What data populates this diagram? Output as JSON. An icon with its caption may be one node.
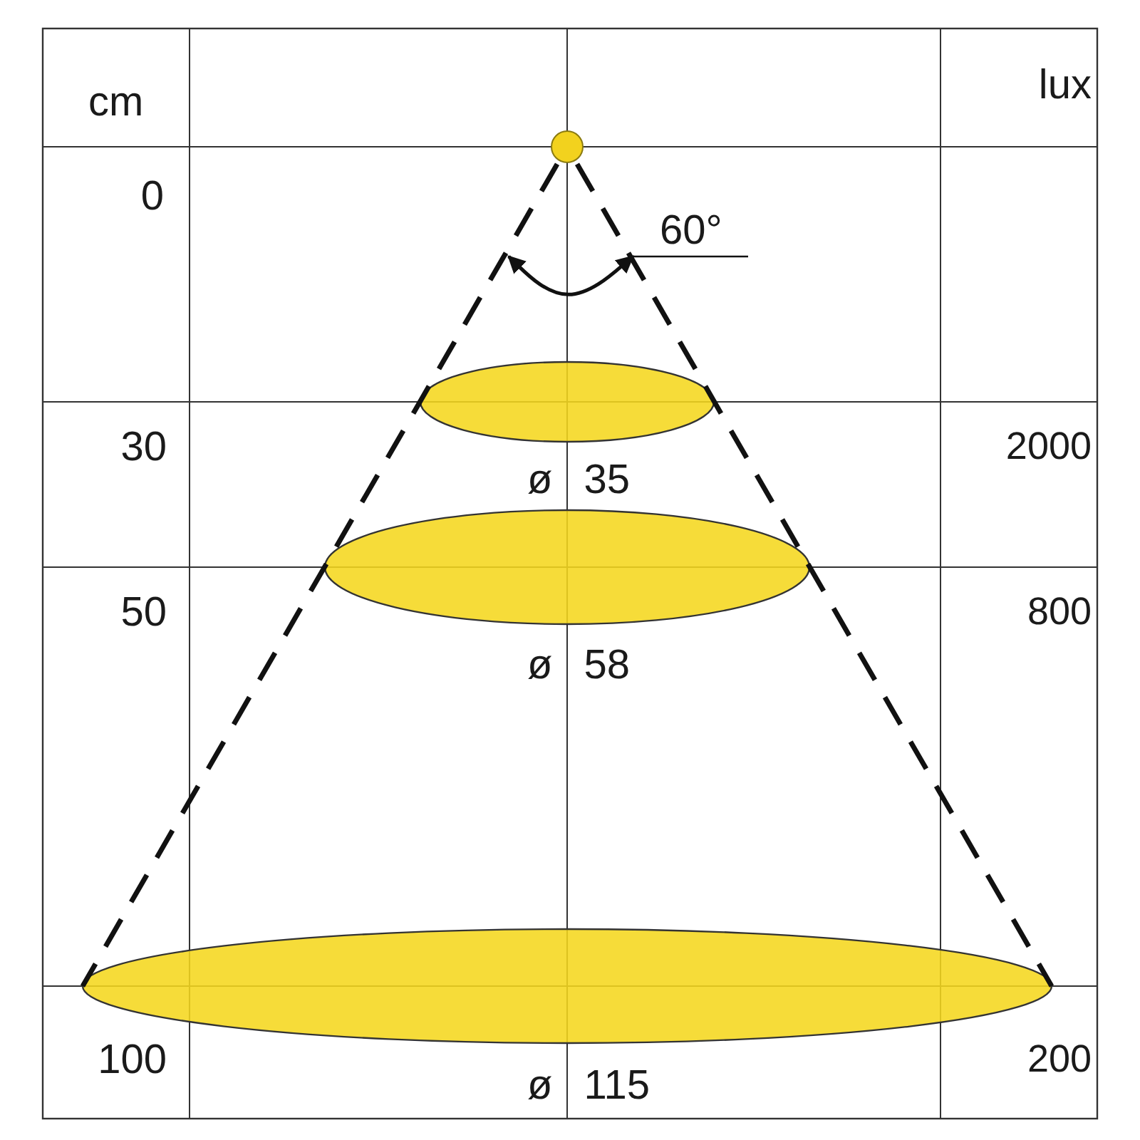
{
  "diagram": {
    "labels": [
      "cm",
      "lux",
      "0",
      "60°",
      "30",
      "2000",
      "ø 35",
      "50",
      "800",
      "ø 58",
      "100",
      "200",
      "ø 115"
    ]
  }
}
